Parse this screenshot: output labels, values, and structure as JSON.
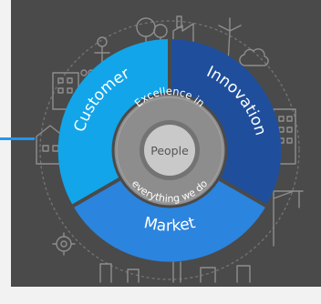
{
  "colors": {
    "panel": "#4a4a4a",
    "background": "#f2f2f2",
    "outline": "#8e8e8e",
    "customer": "#12a5e9",
    "innovation": "#1f4f9c",
    "market": "#2b84dd",
    "ring": "#8d8d8d",
    "ring_inner": "#737373",
    "core": "#c9c9c9",
    "core_text": "#555555",
    "connector": "#2196f3"
  },
  "segments": {
    "customer": "Customer",
    "innovation": "Innovation",
    "market": "Market"
  },
  "ring": {
    "top": "Excellence in",
    "bottom": "everything we do"
  },
  "center": {
    "label": "People"
  },
  "icons": [
    "house-icon",
    "tree-icon",
    "factory-icon",
    "wind-turbine-icon",
    "building-icon",
    "crane-icon",
    "gear-icon",
    "person-icon",
    "cloud-icon"
  ]
}
